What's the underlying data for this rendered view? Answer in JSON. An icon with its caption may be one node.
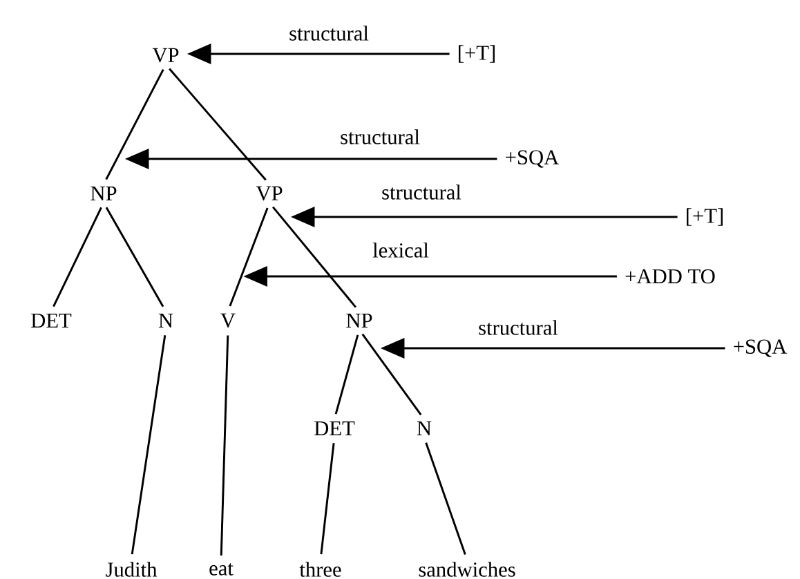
{
  "diagram": {
    "nodes": [
      {
        "text": [
          "VP"
        ]
      },
      {
        "text": [
          "NP"
        ]
      },
      {
        "text": [
          "VP"
        ]
      },
      {
        "text": [
          "DET"
        ]
      },
      {
        "text": [
          "N"
        ]
      },
      {
        "text": [
          "V"
        ]
      },
      {
        "text": [
          "NP"
        ]
      },
      {
        "text": [
          "DET"
        ]
      },
      {
        "text": [
          "N"
        ]
      },
      {
        "text": [
          "Judith"
        ]
      },
      {
        "text": [
          "eat"
        ]
      },
      {
        "text": [
          "three"
        ]
      },
      {
        "text": [
          "sandwiches"
        ]
      },
      {
        "text": [
          "[+T]"
        ]
      },
      {
        "text": [
          "+SQA"
        ]
      },
      {
        "text": [
          "[+T]"
        ]
      },
      {
        "text": [
          "+ADD TO"
        ]
      },
      {
        "text": [
          "+SQA"
        ]
      }
    ],
    "edges": [
      {
        "from": 0,
        "to": 1,
        "arrow": "none"
      },
      {
        "from": 0,
        "to": 2,
        "arrow": "none"
      },
      {
        "from": 1,
        "to": 3,
        "arrow": "none"
      },
      {
        "from": 1,
        "to": 4,
        "arrow": "none"
      },
      {
        "from": 2,
        "to": 5,
        "arrow": "none"
      },
      {
        "from": 2,
        "to": 6,
        "arrow": "none"
      },
      {
        "from": 6,
        "to": 7,
        "arrow": "none"
      },
      {
        "from": 6,
        "to": 8,
        "arrow": "none"
      },
      {
        "from": 4,
        "to": 9,
        "arrow": "none"
      },
      {
        "from": 5,
        "to": 10,
        "arrow": "none"
      },
      {
        "from": 7,
        "to": 11,
        "arrow": "none"
      },
      {
        "from": 8,
        "to": 12,
        "arrow": "none"
      },
      {
        "from": 13,
        "to": 0,
        "arrow": "to",
        "label": "structural"
      },
      {
        "from": 14,
        "to": 1,
        "arrow": "to",
        "label": "structural"
      },
      {
        "from": 15,
        "to": 2,
        "arrow": "to",
        "label": "structural"
      },
      {
        "from": 16,
        "to": 5,
        "arrow": "to",
        "label": "lexical"
      },
      {
        "from": 17,
        "to": 6,
        "arrow": "to",
        "label": "structural"
      }
    ]
  }
}
